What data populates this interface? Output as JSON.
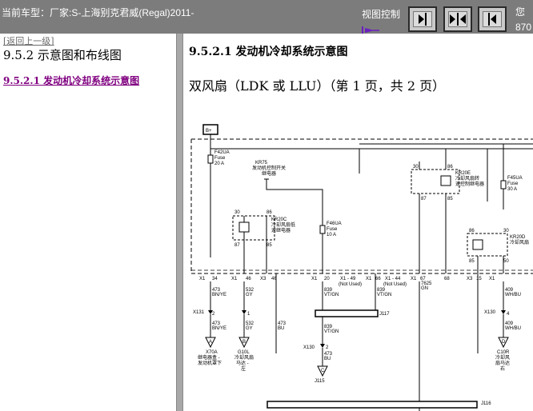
{
  "header": {
    "car_info": "当前车型：厂家:S-上海别克君威(Regal)2011-",
    "view_control_label": "视图控制",
    "right_clip_text": "您",
    "right_clip_number": "870"
  },
  "toolbar": {
    "buttons": [
      {
        "name": "collapse-left-pane-button",
        "icon": "arrow-right-to-bar-icon"
      },
      {
        "name": "split-view-button",
        "icon": "double-arrow-icon"
      },
      {
        "name": "collapse-right-pane-button",
        "icon": "arrow-left-from-bar-icon"
      }
    ]
  },
  "nav": {
    "back_link": "[返回上一级]",
    "section_title": "9.5.2 示意图和布线图",
    "item_label": "9.5.2.1 发动机冷却系统示意图"
  },
  "content": {
    "title": "9.5.2.1 发动机冷却系统示意图",
    "subtitle": "双风扇（LDK 或 LLU）（第 1 页，共 2 页）"
  },
  "diagram": {
    "labels": {
      "bplus": "B+",
      "f42_fuse": "F42UA",
      "f42_fuse_l2": "Fuse",
      "f42_fuse_l3": "20 A",
      "kr75_a": "KR75",
      "kr75_b": "发动机控制开关",
      "kr75_c": "继电器",
      "kr20c_a": "KR20C",
      "kr20c_b": "冷却风扇低",
      "kr20c_c": "速继电器",
      "f46_fuse": "F46UA",
      "f46_fuse_l2": "Fuse",
      "f46_fuse_l3": "10 A",
      "kr20e_a": "KR20E",
      "kr20e_b": "冷却风扇转",
      "kr20e_c": "速控制继电器",
      "f45_fuse": "F45UA",
      "f45_fuse_l2": "Fuse",
      "f45_fuse_l3": "30 A",
      "kr20d": "KR20D",
      "kr20d_b": "冷却风扇",
      "pin_30_a": "30",
      "pin_86_a": "86",
      "pin_87_a": "87",
      "pin_85_a": "85",
      "pin_86_b": "86",
      "pin_30_b": "30",
      "pin_87_b": "87",
      "pin_85_b": "85",
      "pin_86_c": "86",
      "pin_30_c": "30",
      "pin_85_c": "85",
      "pin_50": "50",
      "x1_a": "X1",
      "x1_34": "34",
      "x1_b": "X1",
      "x1_46": "46",
      "x3_a": "X3",
      "x3_46": "46",
      "x1_c": "X1",
      "x1_20": "20",
      "x1_49": "X1 - 49",
      "not_used_a": "(Not Used)",
      "x1_d": "X1",
      "x1_66": "66",
      "x1_44": "X1 - 44",
      "not_used_b": "(Not Used)",
      "x1_e": "X1",
      "x1_67": "67",
      "x1_68": "68",
      "x3_b": "X3",
      "x3_15": "15",
      "x1_f": "X1",
      "wire_473_a": "473",
      "wire_473_a_c": "BN/YE",
      "wire_532_a": "532",
      "wire_532_a_c": "GY",
      "wire_839_a": "839",
      "wire_839_a_c": "VT/GN",
      "wire_839_b": "839",
      "wire_839_b_c": "VT/GN",
      "wire_7625": "7625",
      "wire_7625_c": "GN",
      "wire_473_b": "473",
      "wire_473_b_c": "BN/YE",
      "wire_532_b": "532",
      "wire_532_b_c": "GY",
      "wire_473_c": "473",
      "wire_473_c_c": "BU",
      "wire_839_c": "839",
      "wire_839_c_c": "VT/GN",
      "wire_473_d": "473",
      "wire_473_d_c": "BU",
      "wire_409_a": "409",
      "wire_409_a_c": "WH/BU",
      "wire_409_b": "409",
      "wire_409_b_c": "WH/BU",
      "x131": "X131",
      "x131_2": "2",
      "x131_1": "1",
      "x130_a": "X130",
      "x130_a_2": "2",
      "x130_b": "X130",
      "x130_b_4": "4",
      "j117": "J117",
      "j115": "J115",
      "j116": "J116",
      "tri_a": "A",
      "tri_b": "B",
      "tri_c": "C",
      "tri_d": "D",
      "x70a_a": "X70A",
      "x70a_b": "继电器盒 -",
      "x70a_c": "发动机罩下",
      "g10l_a": "G10L",
      "g10l_b": "冷却风扇",
      "g10l_c": "马达 -",
      "g10l_d": "左",
      "c10r_a": "C10R",
      "c10r_b": "冷却风",
      "c10r_c": "扇马达",
      "c10r_d": "右"
    }
  }
}
